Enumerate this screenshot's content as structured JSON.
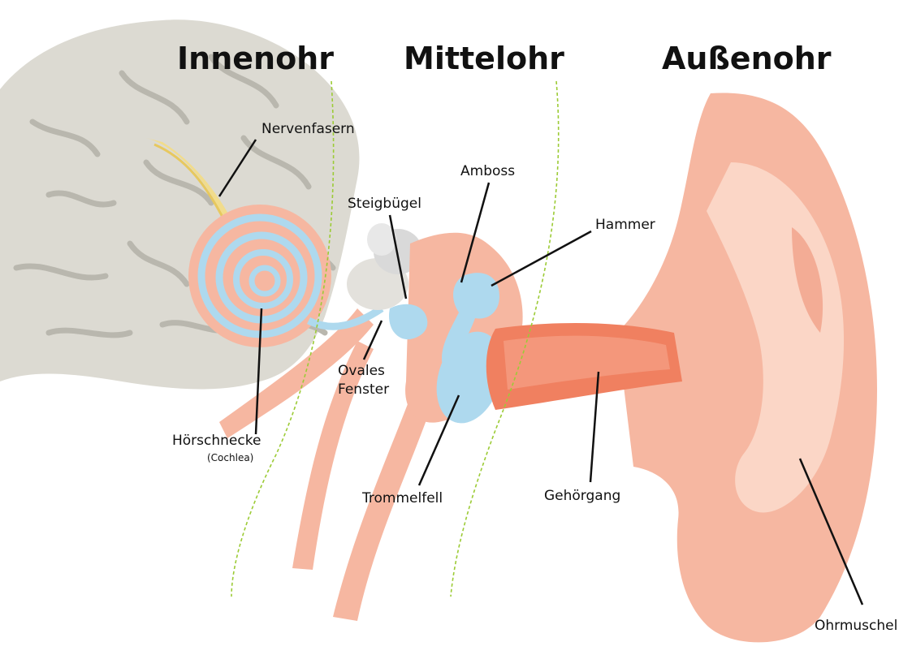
{
  "headers": {
    "inner": "Innenohr",
    "middle": "Mittelohr",
    "outer": "Außenohr"
  },
  "labels": {
    "nerve_fibers": "Nervenfasern",
    "anvil": "Amboss",
    "stirrup": "Steigbügel",
    "hammer": "Hammer",
    "oval_window_line1": "Ovales",
    "oval_window_line2": "Fenster",
    "cochlea": "Hörschnecke",
    "cochlea_sub": "(Cochlea)",
    "eardrum": "Trommelfell",
    "ear_canal": "Gehörgang",
    "auricle": "Ohrmuschel"
  },
  "colors": {
    "brain": "#dcdad2",
    "brain_fold": "#b9b7ae",
    "tissue": "#f6b7a1",
    "tissue_light": "#fbd6c6",
    "tissue_dark": "#ef8f74",
    "canal": "#f08060",
    "fluid": "#aed9ee",
    "bone": "#d9d9d9",
    "nerve": "#f1dc8c",
    "divider": "#9ccb36",
    "leader": "#111111"
  }
}
